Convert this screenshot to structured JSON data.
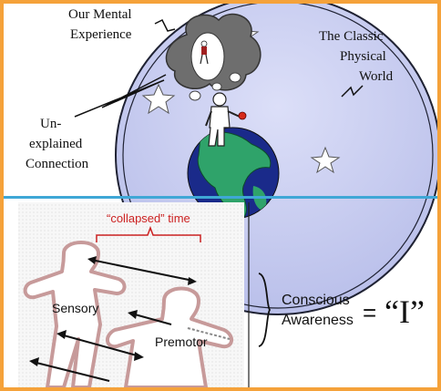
{
  "top_panel": {
    "label_mental": [
      "Our Mental",
      "Experience"
    ],
    "label_physical": [
      "The Classic",
      "Physical",
      "World"
    ],
    "label_connection": [
      "Un-",
      "explained",
      "Connection"
    ]
  },
  "bottom_panel": {
    "label_collapsed_time": "“collapsed” time",
    "label_sensory": "Sensory",
    "label_premotor": "Premotor",
    "label_conscious": [
      "Conscious",
      "Awareness"
    ],
    "equals": "=",
    "label_i": "“I”"
  },
  "colors": {
    "frame": "#f5a23a",
    "divider": "#3fa7d6",
    "sphere_fill": "#c9cdf0",
    "time_red": "#cc2222",
    "figure_outline": "#c79a9a"
  }
}
